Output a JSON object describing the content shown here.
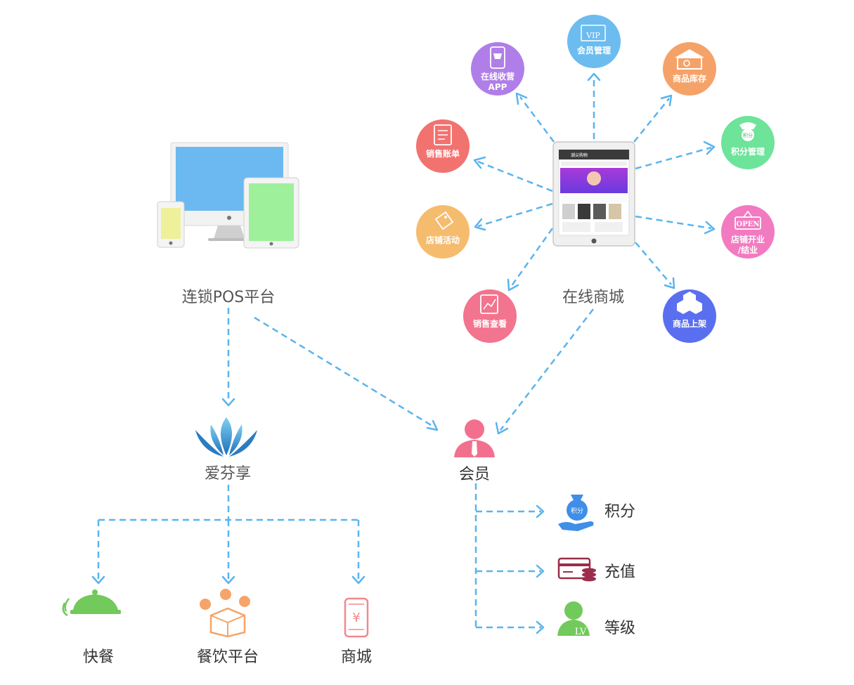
{
  "labels": {
    "pos_platform": "连锁POS平台",
    "online_mall": "在线商城",
    "aifenxiang": "爱芬享",
    "member": "会员",
    "fast_food": "快餐",
    "catering": "餐饮平台",
    "mall": "商城",
    "points": "积分",
    "recharge": "充值",
    "level": "等级"
  },
  "circles": {
    "vip": {
      "line1": "会员管理",
      "badge": "VIP",
      "color": "#6cbcf0"
    },
    "app": {
      "line1": "在线收营",
      "line2": "APP",
      "color": "#b07ee8"
    },
    "stock": {
      "line1": "商品库存",
      "color": "#f5a268"
    },
    "sales_bill": {
      "line1": "销售账单",
      "color": "#f27270"
    },
    "points_mgmt": {
      "line1": "积分管理",
      "badge": "积分",
      "color": "#6ee39a"
    },
    "promo": {
      "line1": "店铺活动",
      "color": "#f5bc6e"
    },
    "open": {
      "line1": "店铺开业",
      "line2": "/结业",
      "badge": "OPEN",
      "color": "#f27ac0"
    },
    "sales_view": {
      "line1": "销售查看",
      "color": "#f2748e"
    },
    "shelf": {
      "line1": "商品上架",
      "color": "#5a6ff0"
    }
  },
  "tablet": {
    "title": "潮尖购物"
  },
  "icons": {
    "mall_symbol": "¥",
    "level_badge": "LV",
    "points_badge": "积分"
  },
  "colors": {
    "arrow": "#5ab4ee",
    "member_pink": "#f2708e",
    "green": "#72c95c",
    "orange": "#f5a46a",
    "mall_pink": "#f2888e",
    "blue_icon": "#3f8ee8",
    "maroon": "#9b2d4a"
  }
}
